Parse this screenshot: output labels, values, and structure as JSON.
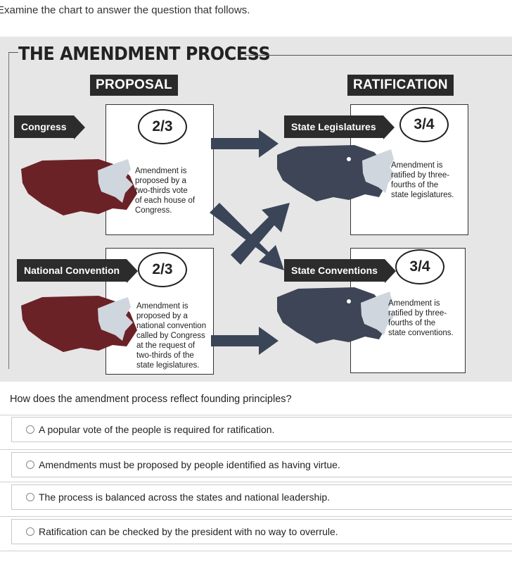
{
  "instruction": "Examine the chart to answer the question that follows.",
  "chart": {
    "title": "THE AMENDMENT PROCESS",
    "proposal_label": "PROPOSAL",
    "ratification_label": "RATIFICATION",
    "rows": [
      {
        "proposer": "Congress",
        "proposal_fraction": "2/3",
        "proposal_text": [
          "Amendment is",
          "proposed by a",
          "two-thirds vote",
          "of each house of",
          "Congress."
        ],
        "ratifier": "State Legislatures",
        "ratification_fraction": "3/4",
        "ratification_text": [
          "Amendment is",
          "ratified by three-",
          "fourths of the",
          "state legislatures."
        ]
      },
      {
        "proposer": "National Convention",
        "proposal_fraction": "2/3",
        "proposal_text": [
          "Amendment is",
          "proposed by a",
          "national convention",
          "called by Congress",
          "at the request of",
          "two-thirds of the",
          "state legislatures."
        ],
        "ratifier": "State Conventions",
        "ratification_fraction": "3/4",
        "ratification_text": [
          "Amendment is",
          "ratified by three-",
          "fourths of the",
          "state conventions."
        ]
      }
    ],
    "colors": {
      "proposal_map": "#6b2226",
      "ratification_map": "#3d4556",
      "arrow": "#3a4558",
      "band": "#2a2a2a"
    }
  },
  "question": "How does the amendment process reflect founding principles?",
  "options": [
    "A popular vote of the people is required for ratification.",
    "Amendments must be proposed by people identified as having virtue.",
    "The process is balanced across the states and national leadership.",
    "Ratification can be checked by the president with no way to overrule."
  ]
}
